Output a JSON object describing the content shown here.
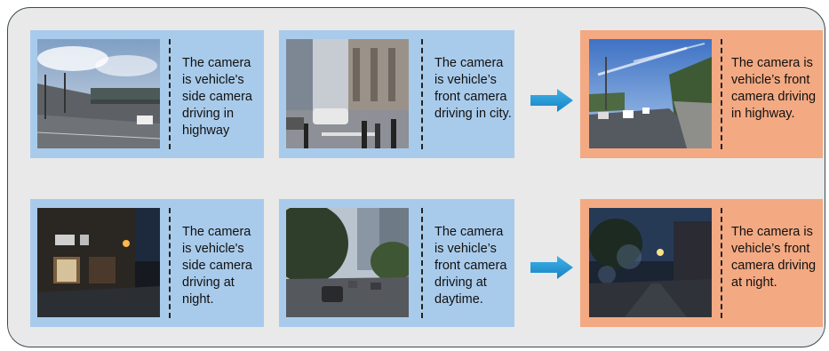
{
  "rows": [
    {
      "left": "The camera is vehicle's side camera driving in highway",
      "middle": "The camera is vehicle’s front camera driving in city.",
      "result": "The camera is vehicle’s front camera driving in highway."
    },
    {
      "left": "The camera is vehicle's side camera driving at night.",
      "middle": "The camera is vehicle’s front camera driving at daytime.",
      "result": "The camera is vehicle’s front camera driving at night."
    }
  ],
  "colors": {
    "input_card": "#a9cbeb",
    "output_card": "#f3a982",
    "arrow": "#1e90d0",
    "frame": "#e9e9e9"
  },
  "icons": [
    "right-arrow-icon"
  ]
}
